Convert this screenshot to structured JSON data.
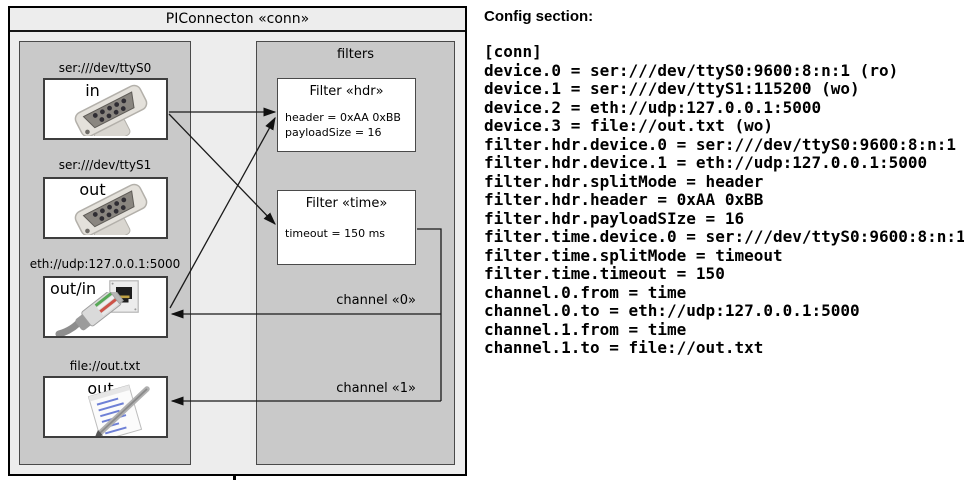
{
  "diagram": {
    "title": "PIConnecton «conn»",
    "devices": [
      {
        "label": "ser:///dev/ttyS0",
        "direction": "in",
        "icon": "serial-connector-icon"
      },
      {
        "label": "ser:///dev/ttyS1",
        "direction": "out",
        "icon": "serial-connector-icon"
      },
      {
        "label": "eth://udp:127.0.0.1:5000",
        "direction": "out/in",
        "icon": "ethernet-connector-icon"
      },
      {
        "label": "file://out.txt",
        "direction": "out",
        "icon": "notepad-pen-icon"
      }
    ],
    "filters_group": {
      "label": "filters",
      "filters": [
        {
          "title": "Filter «hdr»",
          "properties": [
            "header = 0xAA 0xBB",
            "payloadSize = 16"
          ]
        },
        {
          "title": "Filter «time»",
          "properties": [
            "timeout = 150 ms"
          ]
        }
      ]
    },
    "channels": [
      {
        "label": "channel «0»"
      },
      {
        "label": "channel «1»"
      }
    ]
  },
  "config": {
    "heading": "Config section:",
    "lines": [
      "[conn]",
      "device.0 = ser:///dev/ttyS0:9600:8:n:1 (ro)",
      "device.1 = ser:///dev/ttyS1:115200 (wo)",
      "device.2 = eth://udp:127.0.0.1:5000",
      "device.3 = file://out.txt (wo)",
      "filter.hdr.device.0 = ser:///dev/ttyS0:9600:8:n:1",
      "filter.hdr.device.1 = eth://udp:127.0.0.1:5000",
      "filter.hdr.splitMode = header",
      "filter.hdr.header = 0xAA 0xBB",
      "filter.hdr.payloadSIze = 16",
      "filter.time.device.0 = ser:///dev/ttyS0:9600:8:n:1",
      "filter.time.splitMode = timeout",
      "filter.time.timeout = 150",
      "channel.0.from = time",
      "channel.0.to = eth://udp:127.0.0.1:5000",
      "channel.1.from = time",
      "channel.1.to = file://out.txt"
    ]
  },
  "colors": {
    "diagram_bg": "#ededed",
    "group_bg": "#c9c9c9",
    "box_bg": "#ffffff",
    "border": "#000000",
    "wire": "#1a1a1a",
    "text": "#000000"
  }
}
